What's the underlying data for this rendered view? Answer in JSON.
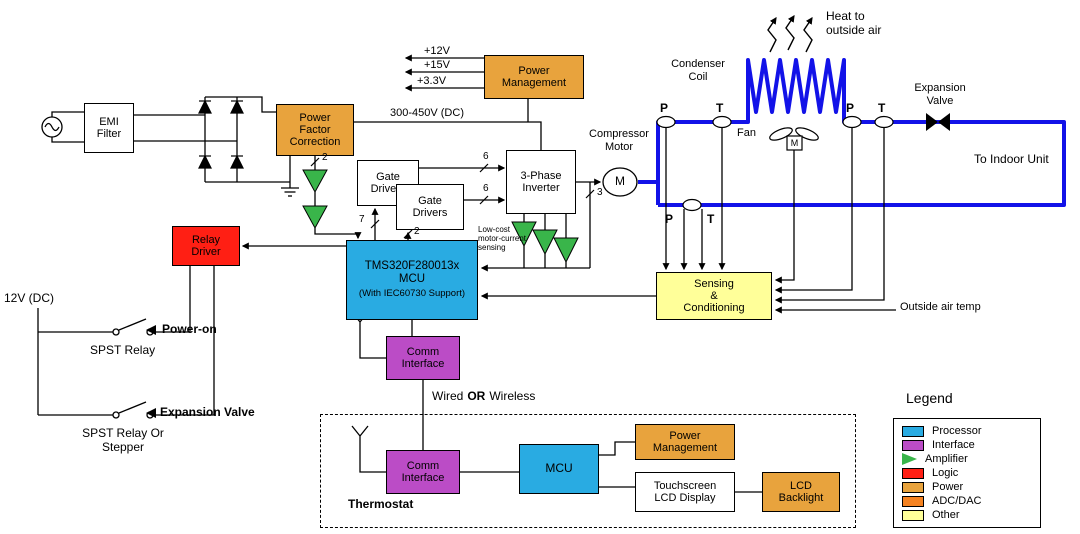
{
  "colors": {
    "processor": "#29ABE2",
    "interface": "#BB4CC6",
    "amplifier": "#39B54A",
    "logic": "#FF1F14",
    "power": "#E8A33D",
    "adc_dac": "#F58220",
    "other": "#FFFF99",
    "pipe": "#1212E8"
  },
  "power_stage": {
    "emi_filter": "EMI Filter",
    "pfc": "Power Factor Correction",
    "power_management": "Power Management",
    "rail_12v": "+12V",
    "rail_15v": "+15V",
    "rail_3v3": "+3.3V",
    "dc_bus": "300-450V  (DC)",
    "gate_drivers": "Gate Drivers",
    "inverter": "3-Phase Inverter",
    "bus6": "6",
    "bus7": "7",
    "bus2": "2",
    "bus3": "3",
    "current_sense_note": "Low-cost motor-current sensing"
  },
  "controller": {
    "name": "TMS320F280013x MCU",
    "support": "(With IEC60730 Support)"
  },
  "relay": {
    "driver": "Relay Driver",
    "supply": "12V (DC)",
    "power_on": "Power-on",
    "spst_relay": "SPST Relay",
    "expansion_valve": "Expansion Valve",
    "spst_or_stepper": "SPST Relay Or Stepper"
  },
  "comm": {
    "outdoor": "Comm Interface",
    "link_pre": "Wired",
    "link_or": "OR",
    "link_post": "Wireless"
  },
  "thermostat": {
    "label": "Thermostat",
    "comm": "Comm Interface",
    "mcu": "MCU",
    "power_management": "Power Management",
    "display": "Touchscreen LCD Display",
    "backlight": "LCD Backlight"
  },
  "refrigeration": {
    "compressor": "Compressor Motor",
    "motor_m": "M",
    "condenser": "Condenser Coil",
    "heat_out": "Heat to outside air",
    "fan": "Fan",
    "fan_m": "M",
    "expansion_valve": "Expansion Valve",
    "to_indoor": "To Indoor Unit",
    "p": "P",
    "t": "T"
  },
  "sensing": {
    "line1": "Sensing",
    "line2": "&",
    "line3": "Conditioning",
    "outside_air": "Outside air temp"
  },
  "legend": {
    "title": "Legend",
    "items": [
      {
        "label": "Processor",
        "color": "#29ABE2"
      },
      {
        "label": "Interface",
        "color": "#BB4CC6"
      },
      {
        "label": "Amplifier",
        "color": "#39B54A"
      },
      {
        "label": "Logic",
        "color": "#FF1F14"
      },
      {
        "label": "Power",
        "color": "#E8A33D"
      },
      {
        "label": "ADC/DAC",
        "color": "#F58220"
      },
      {
        "label": "Other",
        "color": "#FFFF99"
      }
    ]
  }
}
